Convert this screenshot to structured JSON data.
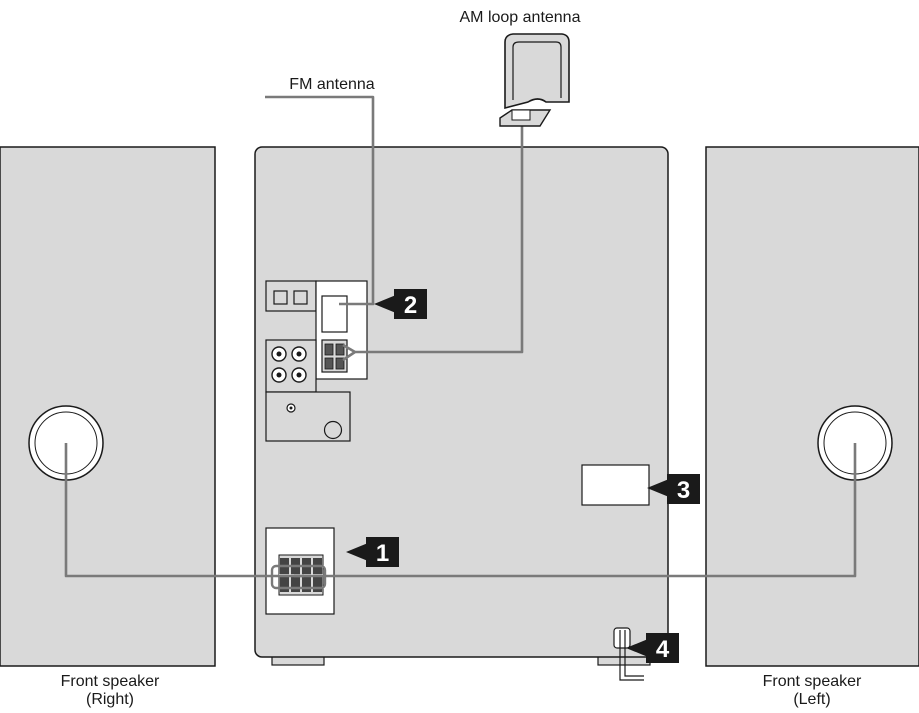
{
  "labels": {
    "am_antenna": "AM loop antenna",
    "fm_antenna": "FM antenna",
    "speaker_right_line1": "Front speaker",
    "speaker_right_line2": "(Right)",
    "speaker_left_line1": "Front speaker",
    "speaker_left_line2": "(Left)"
  },
  "callouts": [
    "1",
    "2",
    "3",
    "4"
  ],
  "colors": {
    "panel": "#d9d9d9",
    "outline": "#1a1a1a",
    "wire": "#7a7a7a",
    "badge": "#1a1a1a"
  }
}
